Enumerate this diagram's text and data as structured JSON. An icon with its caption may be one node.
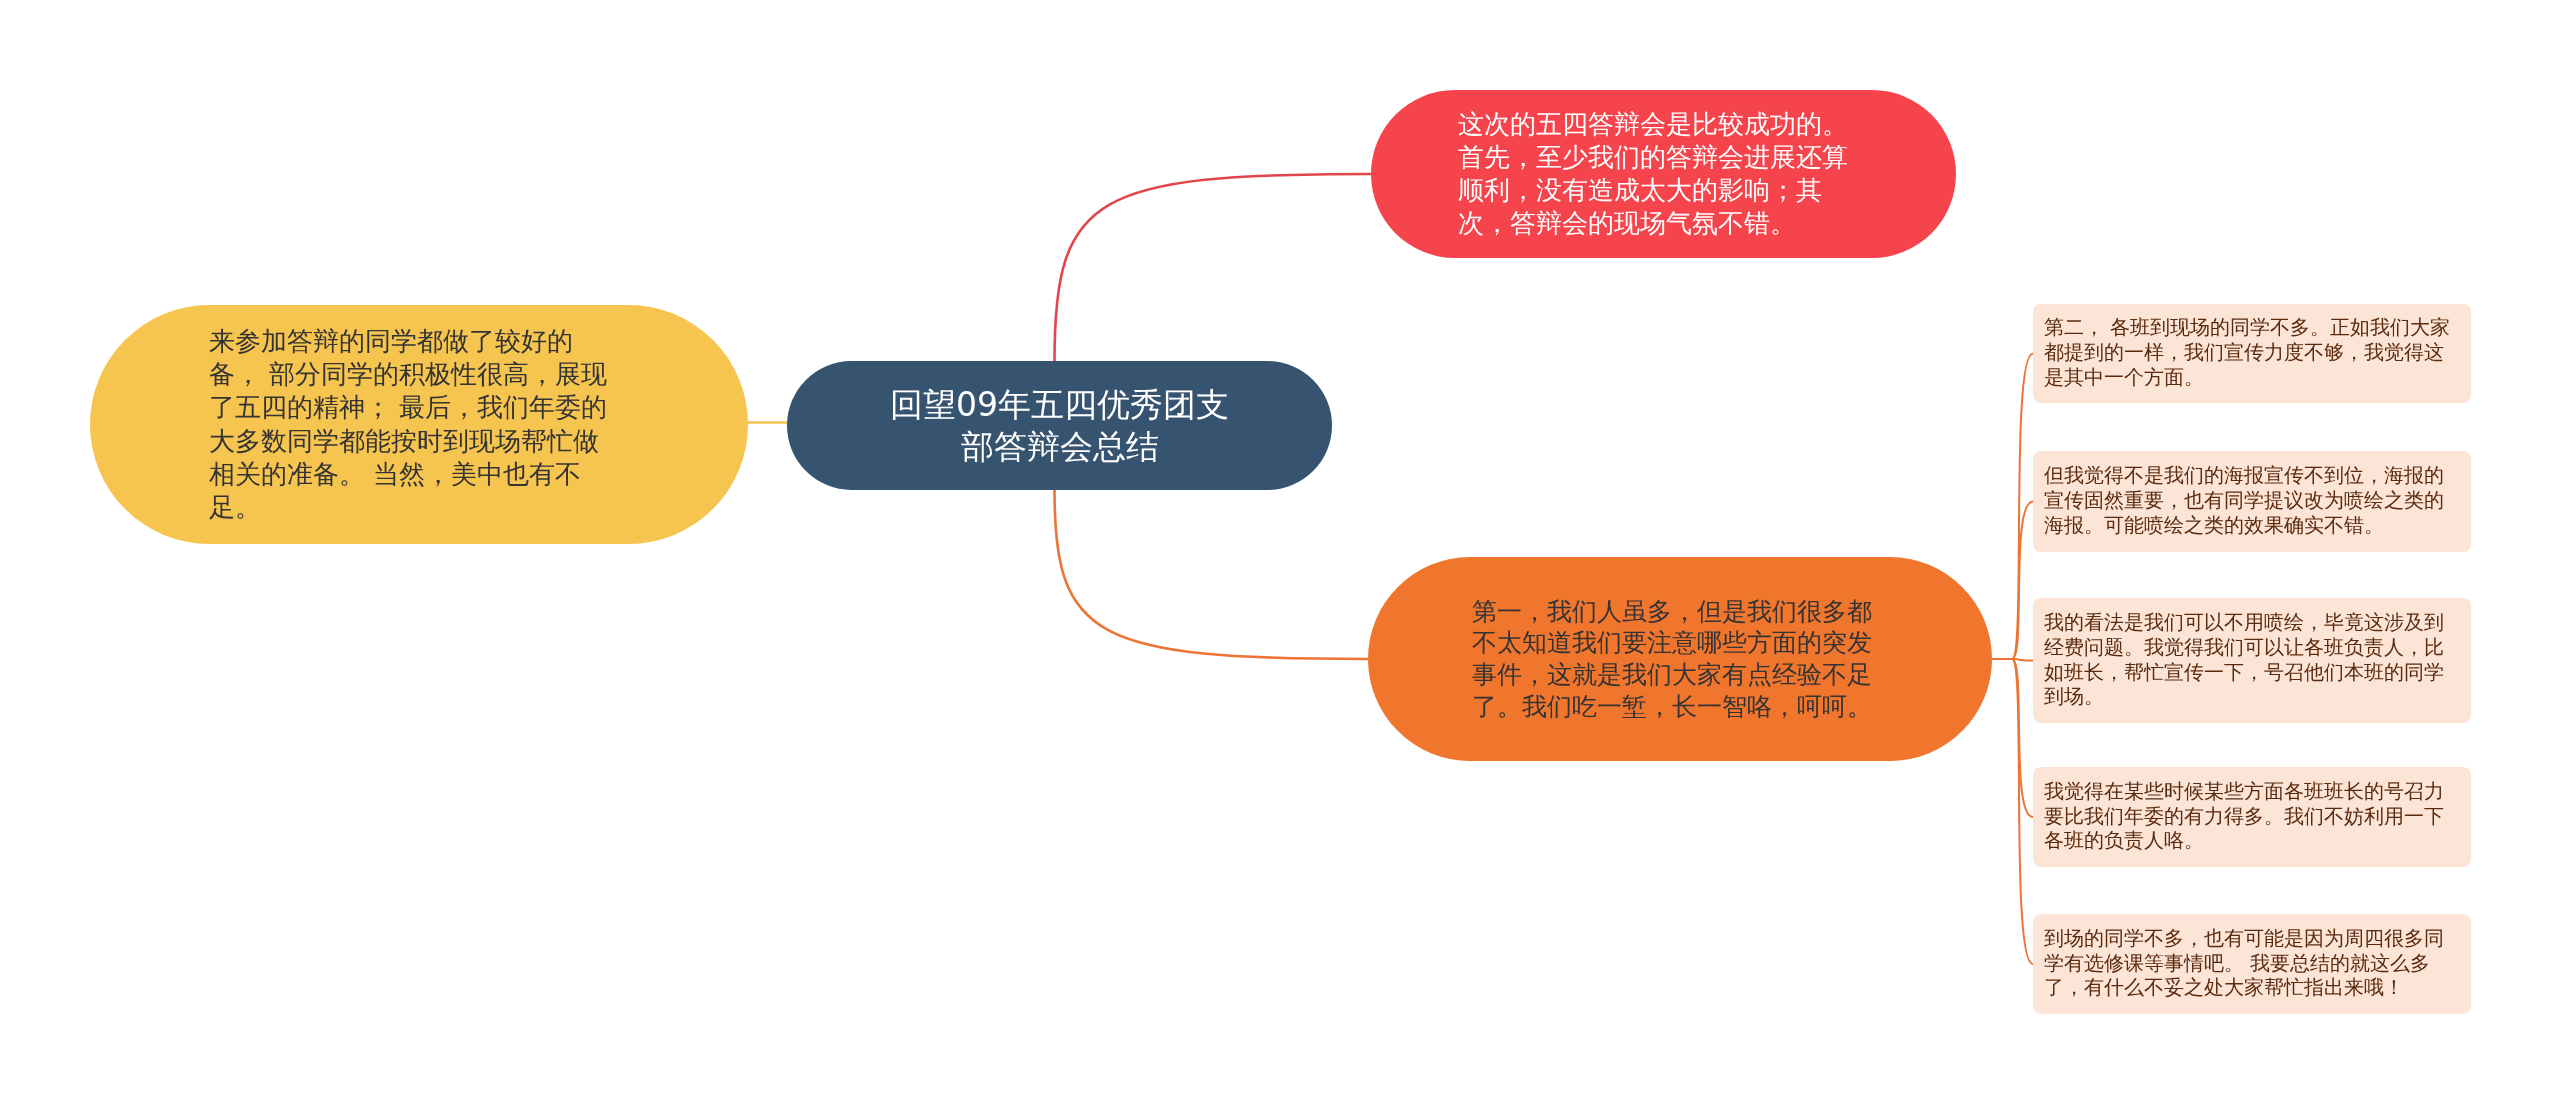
{
  "diagram": {
    "nodes": [
      {
        "text": [
          "回望09年五四优秀团支部答辩会总结"
        ]
      },
      {
        "text": [
          "这次的五四答辩会是比较成功的。首先，至少我们的答辩会进展还算顺利，没有造成太大的影响；其次，答辩会的现场气氛不错。"
        ]
      },
      {
        "text": [
          "来参加答辩的同学都做了较好的备， 部分同学的积极性很高，展现了五四的精神； 最后，我们年委的大多数同学都能按时到现场帮忙做相关的准备。 当然，美中也有不足。"
        ]
      },
      {
        "text": [
          "第一，我们人虽多，但是我们很多都不太知道我们要注意哪些方面的突发事件，这就是我们大家有点经验不足了。我们吃一堑，长一智咯，呵呵。"
        ]
      },
      {
        "text": [
          "第二， 各班到现场的同学不多。正如我们大家都提到的一样，我们宣传力度不够，我觉得这是其中一个方面。"
        ]
      },
      {
        "text": [
          "但我觉得不是我们的海报宣传不到位，海报的宣传固然重要，也有同学提议改为喷绘之类的海报。可能喷绘之类的效果确实不错。"
        ]
      },
      {
        "text": [
          "我的看法是我们可以不用喷绘，毕竟这涉及到经费问题。我觉得我们可以让各班负责人，比如班长，帮忙宣传一下，号召他们本班的同学到场。"
        ]
      },
      {
        "text": [
          "我觉得在某些时候某些方面各班班长的号召力要比我们年委的有力得多。我们不妨利用一下各班的负责人咯。"
        ]
      },
      {
        "text": [
          "到场的同学不多，也有可能是因为周四很多同学有选修课等事情吧。 我要总结的就这么多了，有什么不妥之处大家帮忙指出来哦！"
        ]
      }
    ],
    "edges": [
      {
        "from": 0,
        "to": 1,
        "arrow": "none",
        "color": "#e0464c"
      },
      {
        "from": 0,
        "to": 2,
        "arrow": "none",
        "color": "#f3c14f"
      },
      {
        "from": 0,
        "to": 3,
        "arrow": "none"
      },
      {
        "from": 3,
        "to": 4,
        "arrow": "none"
      },
      {
        "from": 3,
        "to": 5,
        "arrow": "none"
      },
      {
        "from": 3,
        "to": 6,
        "arrow": "none"
      },
      {
        "from": 3,
        "to": 7,
        "arrow": "none"
      },
      {
        "from": 3,
        "to": 8,
        "arrow": "none"
      }
    ]
  }
}
